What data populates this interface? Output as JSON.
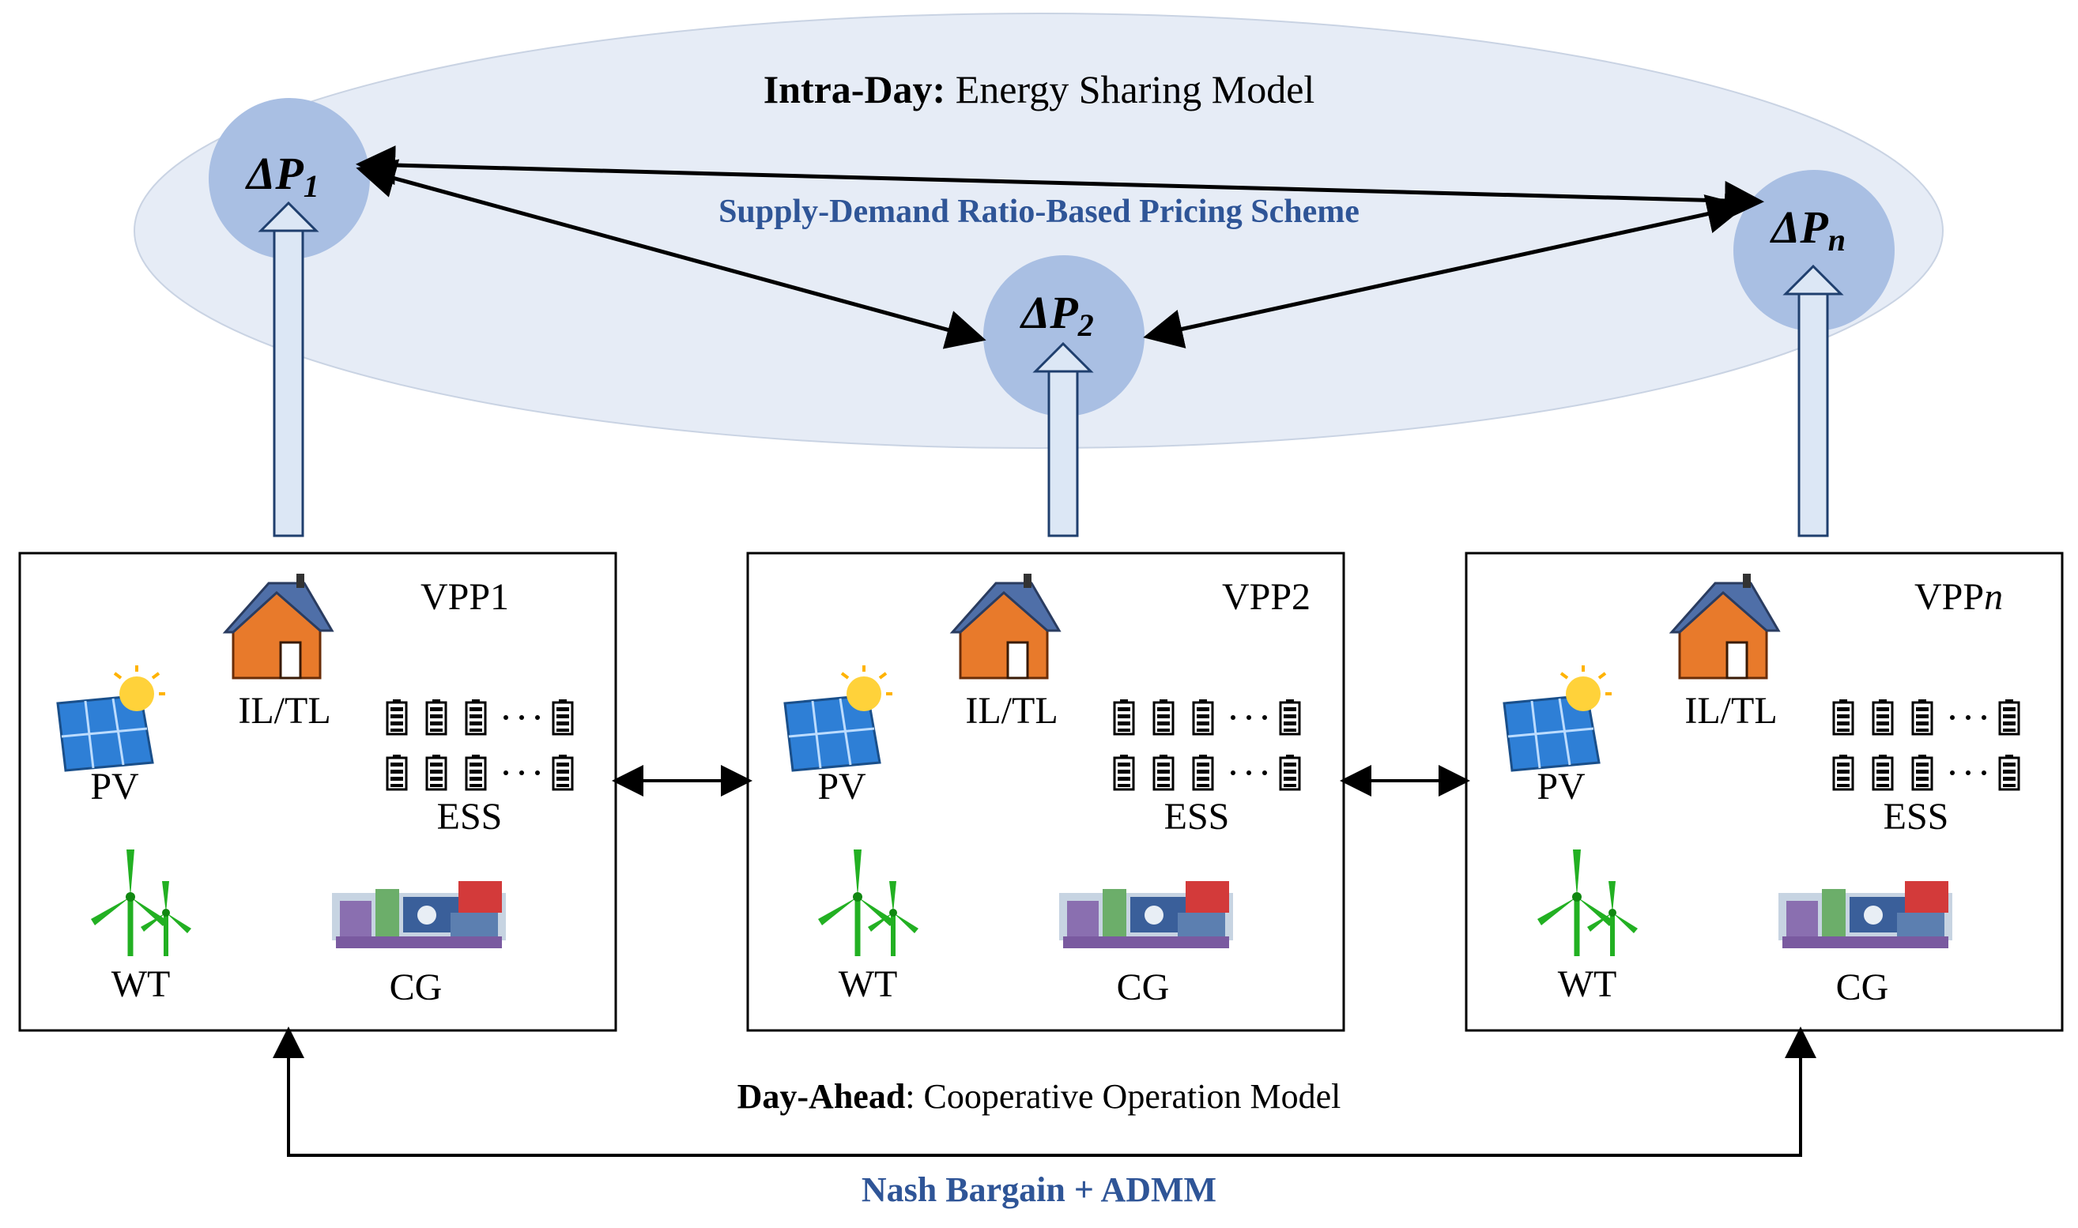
{
  "intra_day": {
    "prefix": "Intra-Day:",
    "title": "Energy Sharing Model",
    "pricing": "Supply-Demand Ratio-Based Pricing Scheme",
    "nodes": [
      {
        "label": "ΔP",
        "sub": "1"
      },
      {
        "label": "ΔP",
        "sub": "2"
      },
      {
        "label": "ΔP",
        "sub": "n"
      }
    ]
  },
  "vpps": [
    {
      "name": "VPP1",
      "pv": "PV",
      "il": "IL/TL",
      "ess": "ESS",
      "wt": "WT",
      "cg": "CG"
    },
    {
      "name": "VPP2",
      "pv": "PV",
      "il": "IL/TL",
      "ess": "ESS",
      "wt": "WT",
      "cg": "CG"
    },
    {
      "name": "VPPn",
      "pv": "PV",
      "il": "IL/TL",
      "ess": "ESS",
      "wt": "WT",
      "cg": "CG"
    }
  ],
  "day_ahead": {
    "prefix": "Day-Ahead",
    "title": ": Cooperative Operation Model",
    "method": "Nash Bargain + ADMM"
  },
  "icons": [
    "house-icon",
    "solar-panel-icon",
    "battery-icon",
    "wind-turbine-icon",
    "generator-icon"
  ],
  "colors": {
    "ellipse": "#e6ecf6",
    "node": "#a9bfe3",
    "pricing_text": "#2f5597",
    "up_arrow": "#dce7f5"
  }
}
